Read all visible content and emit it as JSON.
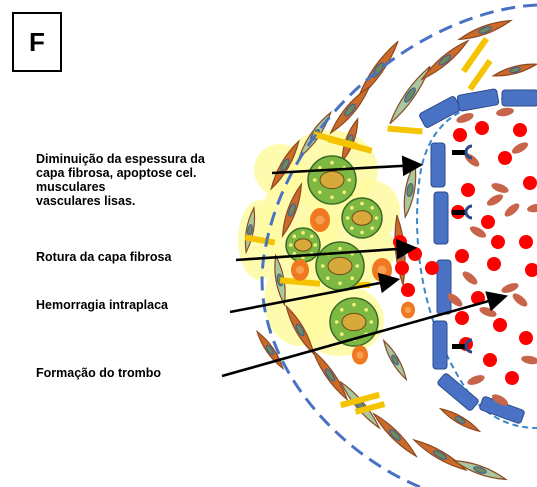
{
  "panel_letter": "F",
  "labels": {
    "l1_line1": "Diminuição da espessura da",
    "l1_line2": "capa fibrosa, apoptose cel.",
    "l1_line3": "musculares",
    "l1_line4": "vasculares lisas.",
    "l2": "Rotura da capa fibrosa",
    "l3": "Hemorragia intraplaca",
    "l4": "Formação do trombo"
  },
  "colors": {
    "outer_dashed_border": "#4a72c4",
    "inner_dashed_border": "#3a86c8",
    "endothelial_cell": "#4a72c4",
    "red_blood_cell": "#ff0000",
    "platelet": "#c8644a",
    "lipid_core": "#fffaa0",
    "foam_cell": "#7db843",
    "smooth_muscle_cell": "#cc6a2a",
    "fibroblast": "#a9c8a0",
    "cholesterol_crystal": "#f5c400",
    "macrophage": "#f07820",
    "arrow": "#000000"
  }
}
